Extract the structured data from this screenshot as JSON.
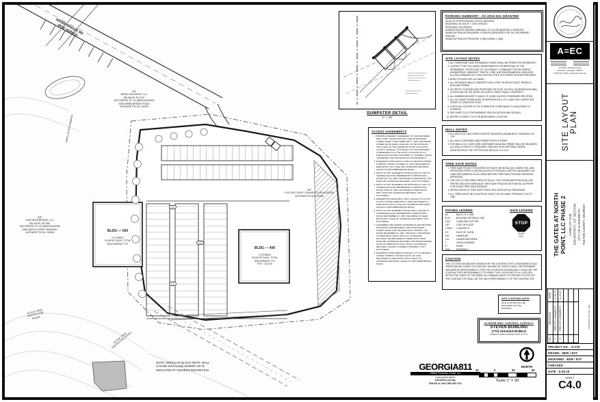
{
  "plan": {
    "road": "WEBB BRIDGE RD\n(R/W VARIES)",
    "nero": "N/F\nNERO HOLDINGS, LLC\nDB 36100, PG 512\nTAX PARCEL ID: 21 5560124400003\n3455 WEBB BRIDGE ROAD\nALPHARETTA GA, 30005",
    "king": "N/F\nKING ENTERPRISE, LLC\nDB 34100, PG 500\nTAX PARCEL ID: 21 5560124400035\n3355 NORTH POINT PARKWAY\nALPHARETTA GA, 30005",
    "fulton": "N/F\nFULTON COUNTY BOARD OF EDUCATION\nALPHARETTA GA, 30005",
    "b500_name": "BLDG — 500",
    "b500_sub": "2 STORIES\n20,000 SF BLDG. TOTAL\nADA PARKING TYP.",
    "b400_name": "BLDG — 400",
    "b400_sub": "2 STORIES\n20,000 SF BLDG. TOTAL\nADA PARKING TYP.\nFFE = 1114.00",
    "note_modular": "NOTE: MODULAR BLOCK RETN. WALL\nCAN BE INSTALLED WHERE CIP IS\nINDICATED AT OWNERS DISCRETION",
    "atf1": "ACTIVE TREE\nPROTECTION\nFENCE",
    "atf2": "ACTIVE TREE\nPROTECTION FENCE",
    "limits": "LIMITS OF DISTURBANCE",
    "la": "L/A"
  },
  "dumpster_detail": {
    "title": "DUMPSTER DETAIL",
    "scale": "1\" = 10'"
  },
  "access": {
    "title": "ACCESS AGREEMENTS",
    "items": [
      "PRIVATE EASEMENT AGREEMENT BY AND BETWEEN MRS. CINDY LAFACE AND MR. CARLOS EDUARDO GOMEZ ANGEL, FILED FEBRUARY 6, 1995, RECORDED IN DEED BOOK 19209, PAGE 294, IN THE OFFICE OF THE CLERK OF THE SUPERIOR COURT OF FULTON COUNTY, GEORGIA. (IT'S EFFECT ON THE PROPERTY IS DEPENDENT ON THE EXACT LOCATION OF A 2\" FORCE MAIN SHOWN ON EXHIBIT \"A\" THEREIN, WHICH TRAVERSES THE FRONTAGE OF THIS PROPERTY).",
      "EASEMENT FROM HANS W. PINK TO GEORGIA POWER COMPANY, DATED OCTOBER 10, 1978, RECORDED AT DEED BOOK 7114, PAGE 398, AFORESAID RECORDS. (AFFECTS 3455 WEBB BRIDGE ROAD).",
      "RIGHT OF WAY EASEMENT FROM OLIVER W. HINK TO SAWNEE ELECTRIC MEMBERSHIP CORPORATION, DATED JULY 18, 1989, RECORDED AT DEED BOOK 7612, PAGE 180, AFORESAID RECORDS. (NOT PLOTTABLE).",
      "RIGHT OF WAY EASEMENT FROM RONALD N. WAY TO SAWNEE ELECTRIC MEMBERSHIP CORPORATION, DATED JUNE 18, 1984, RECORDED AT DEED BOOK 8997, PAGE 438, AFORESAID RECORDS. (NOT PLOTTABLE).",
      "REDEMPTION FROM MRS. CINDY LAFACE TO FULTON COUNTY, DATED FEBRUARY 8, 1995, RECORDED AT DEED BOOK 19241, PAGE 293, AFORESAID RECORDS. (AFFECTS 3455 WEBB BRIDGE ROAD).",
      "RIGHT OF WAY EASEMENT FROM CINDY LAFACE TO SAWNEE ELECTRIC MEMBERSHIP CORPORATION, DATED SEPTEMBER 13, 1995, RECORDED AT DEED BOOK 20271, PAGE 45, AFORESAID RECORDS. (NOT PLOTTABLE).",
      "AGREEMENT REGARDING EASEMENTS AND EROSION, EXISTED BY AND BETWEEN CARLOS EDUARDO GOMEZ ANGEL AND THE WAIN KIDS COMPANY, INC., DATED DECEMBER 22, 1987, ORIGINALLY RECORDED AT DEED BOOK 22643, PAGE 110, AFORESAID RECORDS, RE-RECORDED AT DEED BOOK 23679, PAGE 268, AFORESAID RECORDS, AND RE-RECORDED AGAIN AT DEED BOOK 24701, PAGE 4, AFORESAID RECORDS. (AFFECTS SUBJECT PROPERTY; NOT PLOTTABLE).",
      "EASEMENT FROM NERO HOLDINGS, LLC TO GEORGIA POWER COMPANY, DATED AUGUST 26, 2003, RECORDED AT DEED BOOK 36120, PAGE 176, AFORESAID RECORDS. (AFFECTS 3455 WEBB BRIDGE ROAD)."
    ]
  },
  "parking": {
    "title": "PARKING SUMMARY - AV 2015-021 GRANTED",
    "lines": [
      "40,000 SF PROFESSIONAL OFFICE BUILDING",
      "REQUIRED: 5/1,000 SF = 200.0 SPACES",
      "PROVIDED: 180 SPACES",
      "ADMINISTRATIVE PARKING VARIANCE OF 11% REQUESTED & GRANTED",
      "HANDICAP SPACES REQUIRED: 6 SPACES (REQUIRED FOR 151-200 PARKING SPACES)",
      "HANDICAP SPACES PROVIDED: 6 (INCLUDING 1 VAN)"
    ]
  },
  "site_notes": {
    "title": "SITE LAYOUT NOTES",
    "items": [
      "ALL TEMPORARY AND PERMANENT SIGNS SHALL BE PERMITTED SEPARATELY.",
      "CONTACT THE FOLLOWING DEPARTMENTS FOR APPROVAL OF THE PERMANENT CERTIFICATE OF OCCUPANCY: COMMUNITY DEVELOPMENT, ENGINEERING, ARBORIST, TRAFFIC, FIRE, AND ENVIRONMENTAL SERVICES. ALLOW A MINIMUM OF 2 DAYS NOTICE FOR A SITE INSPECTION APPOINTMENT.",
      "BURY PITS ARE NOT ALLOWED.",
      "ALL RETAINING WALLS GREATER THAN 4 FEET IN HEIGHT MUST OBTAIN A BUILDING PERMIT.",
      "NO SEPTIC SYSTEMS ARE PROPOSED OR EXIST ON SITE.  AN IRRIGATION WELL IS EXISTING ON THE GATES OF NORTH POINT PHASE 1 PROPERTY.",
      "ALL DIMENSIONS ARE TO BACK OF CURB, UNLESS OTHERWISE SPECIFIED.",
      "ALL H/C RAMP FORMS MUST BE APPROVED BY CITY LAND DIST. INSPECTOR PRIOR TO CONCRETE POUR.",
      "CHECK ALL SLOPES OF H/C FORMS FOR COMPLIANCE TO ADA PRIOR TO POURING.",
      "SEE SHEET D1.2 FOR PAVEMENT SPECIFICATIONS AND DETAILS.",
      "REFER TO SHEET C2.0 FOR BENCHMARK LOCATION."
    ]
  },
  "wall_notes": {
    "title": "WALL NOTES",
    "items": [
      "ALL WALLS 30\" AND OVER IN HEIGHT REQUIRE A MINIMUM 42\" HANDRAIL ON TOP.",
      "ALL WALLS DESIGNED AND PERMITTED BY OTHERS.",
      "FOR WALLS 4'-0\" AND OVER A SEPARATE BUILDING PERMIT WILL BE REQUIRED.  ALL WALLS OVER 4'-0\" REQUIRED FENCING OR ACCEPTABLE DENSE VEGETATION AT THE TOP PER UDC ARTICLE IV 4.4.5J."
    ]
  },
  "tree_notes": {
    "title": "TREE SAVE NOTES",
    "items": [
      "TREE SAVE FENCE FOR ENTIRE SITE MUST BE INSTALLED, INSPECTED, AND APPROVED PRIOR TO INSTALLATION OF EROSION CONTROL MEASURES.  NO LAND DISTURBANCE IS ALLOWED BEFORE TREE SAVE FENCING HAS BEEN APPROVED.",
      "THE CRZ OF SPECIMEN TREES PLUS ALL THE STREAM BUFFERS SHALL BE PROTECTED WITH WIRE-BACK TREE SAVE FENCING WITH METAL SUPPORT POSTS AND TREE SAVE SIGNAGE.",
      "INSTALLATION OF TREE SAVE FENCE WILL INVOLVE NO TRENCHING.",
      "ALL TREES MUST BE PLANTED AT LEAST FIVE (5') AWAY FROM ANY UTILITY LINE."
    ]
  },
  "paving": {
    "title": "PAVING LEGEND",
    "rows": [
      [
        "BC",
        "BACK OF CURB"
      ],
      [
        "B.S.L.",
        "BUILDING SETBACK LINE"
      ],
      [
        "C&G",
        "CURB AND GUTTER"
      ],
      [
        "CIP",
        "CAST IN PLACE"
      ],
      [
        "CONC.",
        "CONCRETE"
      ],
      [
        "FC",
        "FACE OF CURB"
      ],
      [
        "H/C",
        "HANDICAP"
      ],
      [
        "L/A",
        "LANDSCAPE AREA"
      ],
      [
        "L",
        "LEVEL/LANDING"
      ],
      [
        "R",
        "RAMP"
      ],
      [
        "S/W",
        "SIDEWALK"
      ]
    ]
  },
  "sign": {
    "title": "SIGN LEGEND",
    "stop": "STOP",
    "name": "\"STOP\"",
    "code": "R1-1"
  },
  "caution": {
    "title": "CAUTION",
    "body": "THE UTILITIES SHOWN ARE SHOWN FOR THE CONTRACTOR'S CONVENIENCE ONLY. THERE MAY BE OTHER UTILITIES NOT SHOWN ON THESE PLANS. THE PREPARER ASSUMES NO RESPONSIBILITY FOR THE LOCATIONS SHOWN AND IT SHALL BE THE CONTRACTOR'S RESPONSIBILITY TO VERIFY THE LOCATIONS OF ALL UTILITIES WITHIN THE LIMITS OF THE WORK.  ALL DAMAGE MADE TO EXISTING UTILITIES BY THE CONTRACTOR SHALL BE THE SOLE RESPONSIBILITY OF THE CONTRACTOR."
  },
  "lighting": {
    "title": "SITE LIGHTING NOTE",
    "body": "SITE LIGHTING WILL BE\nPROVIDED ON THE\nBUILDING."
  },
  "contact": {
    "title": "24-HOUR ERO. CONTROL CONTACT:",
    "name": "STEVEN BOWLING",
    "phone": "(770) 318-8163 MOBILE",
    "cert": "GSWCC LEVEL IA #46241 EXP. 9-27-17"
  },
  "g811": {
    "name": "GEORGIA811",
    "sub": "Utilities Protection Center, Inc.",
    "line1": "Know what's below.",
    "line2": "Call before you dig.",
    "line3": "Dial 811 or Call 1-800-282-7411"
  },
  "north": {
    "label": "NORTH"
  },
  "scalebar": {
    "l0": "30",
    "l1": "0",
    "l2": "30",
    "l3": "60",
    "caption": "Scale 1\" = 30'"
  },
  "tb": {
    "firm": {
      "logo": "A=EC",
      "addr": [
        "30 Warm Springs Circle",
        "Roswell • Georgia • 30075",
        "(770) 641-7440 • www.aeceng.com"
      ]
    },
    "sheet_title": "SITE LAYOUT PLAN",
    "title": "THE GATES AT NORTH\nPOINT, LLC  PHASE 2",
    "subtitle": "LAND LOT 1243\n2ND DISTRICT, 1ST SECTION\nCITY OF ALPHARETTA\nFULTON COUNTY, GEORGIA",
    "rev": {
      "h": [
        "NO.",
        "REVISIONS",
        "DATE"
      ],
      "rows": [
        [
          "1",
          "PER CITY COMMENTS",
          "10-26-15"
        ],
        [
          "2",
          "PER CITY COMMENTS",
          "11-13-15"
        ]
      ]
    },
    "copyright": "COPYRIGHT BY AEC, INC.",
    "info": {
      "project_no": "PROJECT NO. - H-378",
      "drawn": "DRAWN - BDR / EST",
      "designed": "DESIGNED - BDR / EST",
      "checked": "CHECKED -",
      "date": "DATE - 8-25-15",
      "sheet_label": "SHEET",
      "sheet_no": "C4.0"
    }
  }
}
